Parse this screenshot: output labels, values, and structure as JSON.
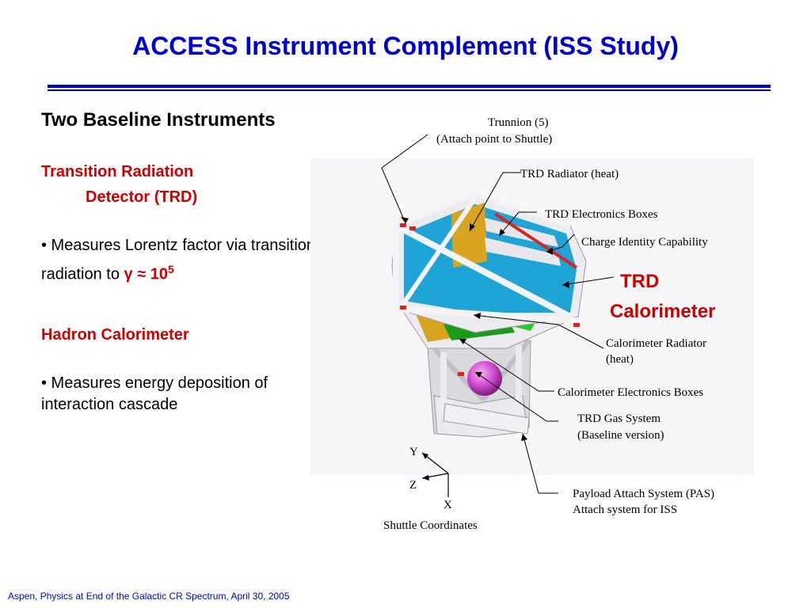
{
  "slide": {
    "title": "ACCESS  Instrument Complement  (ISS Study)",
    "footer": "Aspen, Physics at End of the Galactic CR Spectrum, April 30, 2005"
  },
  "left": {
    "heading": "Two Baseline Instruments",
    "trd": {
      "title_line1": "Transition Radiation",
      "title_line2": "Detector (TRD)",
      "bullet_line1": "• Measures Lorentz factor via transition",
      "bullet_line2_prefix": "radiation to ",
      "bullet_formula": "γ ≈ 10",
      "bullet_exponent": "5"
    },
    "calorimeter": {
      "title": "Hadron Calorimeter",
      "bullet_line1": "• Measures energy deposition of",
      "bullet_line2": "interaction cascade"
    }
  },
  "diagram": {
    "labels": {
      "trunnion_line1": "Trunnion (5)",
      "trunnion_line2": "(Attach point to Shuttle)",
      "trd_radiator": "TRD Radiator (heat)",
      "trd_electronics": "TRD Electronics Boxes",
      "charge_identity": "Charge Identity Capability",
      "trd_big": "TRD",
      "calorimeter_big": "Calorimeter",
      "cal_radiator_line1": "Calorimeter Radiator",
      "cal_radiator_line2": "(heat)",
      "cal_electronics": "Calorimeter Electronics Boxes",
      "trd_gas_line1": "TRD Gas System",
      "trd_gas_line2": "(Baseline version)",
      "pas_line1": "Payload Attach System (PAS)",
      "pas_line2": "Attach system for ISS",
      "axis_y": "Y",
      "axis_z": "Z",
      "axis_x": "X",
      "shuttle_coords": "Shuttle Coordinates"
    },
    "colors": {
      "frame": "#e6e6ea",
      "trd_panel": "#1fa4d6",
      "radiator": "#d9a520",
      "green_box": "#22cc22",
      "gas_sphere": "#cc44cc",
      "red_accent": "#dd2222"
    }
  }
}
